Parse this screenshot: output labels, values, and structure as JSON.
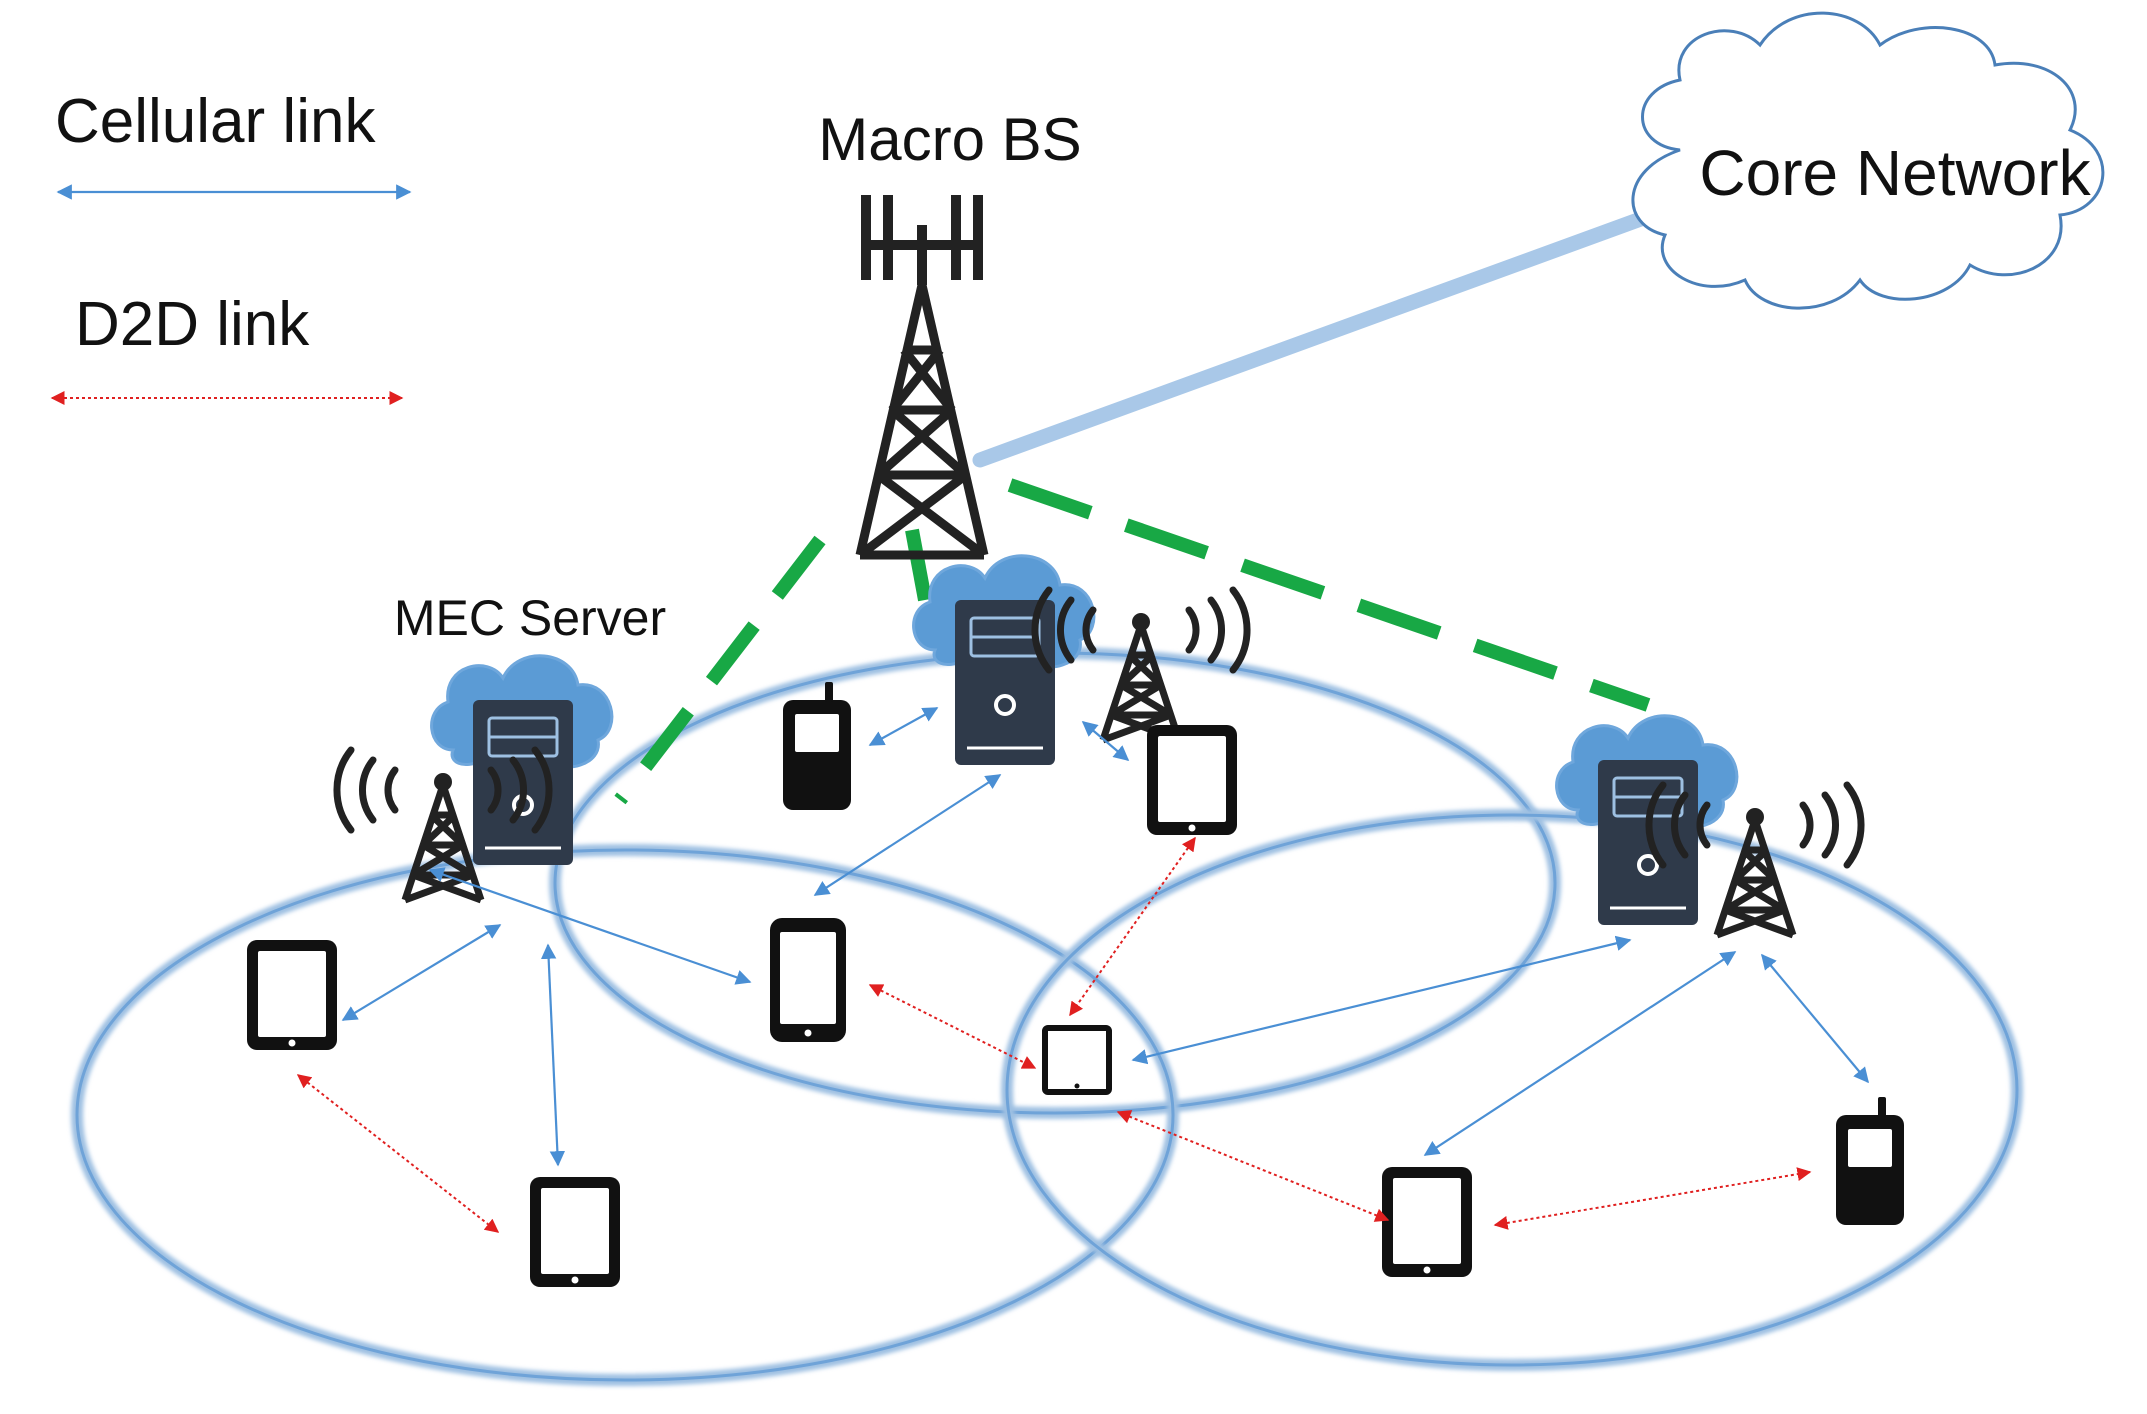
{
  "legend": {
    "cellular_label": "Cellular link",
    "d2d_label": "D2D link"
  },
  "labels": {
    "macro_bs": "Macro BS",
    "core_network": "Core Network",
    "mec_server": "MEC Server"
  },
  "colors": {
    "cellular": "#4a8fd4",
    "d2d": "#e02020",
    "backhaul": "#a9c8e8",
    "fronthaul": "#18a845",
    "cell_ring": "#9ec0e2",
    "cloud_fill": "#5b9bd5",
    "server_fill": "#2f3a4a",
    "device": "#111111"
  },
  "icons": {
    "tower": "cell-tower-icon",
    "server": "server-icon",
    "cloud": "cloud-icon",
    "tablet": "tablet-icon",
    "smartphone": "smartphone-icon",
    "feature_phone": "feature-phone-icon",
    "wireless": "wireless-signal-icon"
  }
}
